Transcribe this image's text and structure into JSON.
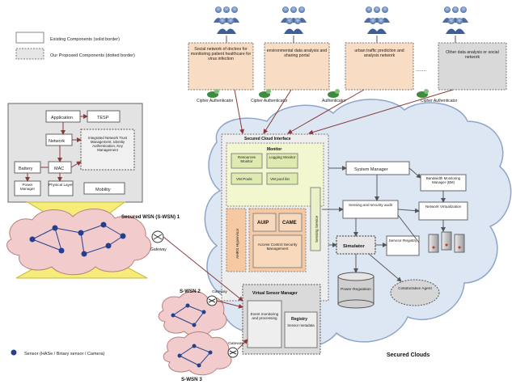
{
  "legend": {
    "existing": "Existing Components (solid border)",
    "proposed": "Our Proposed Components (dotted border)",
    "sensor": "Sensor (HASe / Binary sensor / Camera)"
  },
  "apps": [
    "Social network of doctors for monitoring patient healthcare for virus infection",
    "environmental data analysis and sharing portal",
    "urban traffic prediction and analysis network",
    "Other data analysis or social network"
  ],
  "ellipsis": ".......",
  "auth": [
    "Cipher Authenticator",
    "Cipher Authenticator",
    "Authenticator",
    "Cipher Authenticator"
  ],
  "node": {
    "application": "Application",
    "tesp": "TESP",
    "network": "Network",
    "security_mgmt": "Integrated Network Trust Management, Identity Authentication, Key Management",
    "battery": "Battery",
    "mac": "MAC",
    "power_manager": "Power Manager",
    "physical_layer": "Physical Layer",
    "mobility": "Mobility"
  },
  "wsn": {
    "secured_wsn_1": "Secured WSN (S-WSN) 1",
    "gateway": "Gateway",
    "swsn2": "S-WSN 2",
    "swsn3": "S-WSN 3"
  },
  "cloud": {
    "title": "Secured Clouds",
    "ssi": "Secured Cloud Interface",
    "monitor": "Monitor",
    "resource_monitor": "Resources Monitor",
    "logging_monitor": "Logging Monitor",
    "vm_pools": "VM Pools",
    "vm_pool_list": "VM pool list",
    "sensing_service": "Sensing Service",
    "ahd": "AHRS Hypervisor",
    "auip": "AUIP",
    "came": "CAME",
    "acsm": "Access Control Security Management",
    "system_manager": "System Manager",
    "bmc": "Bandwidth Monitoring Manager (BM)",
    "sensing_security": "Sensing and security audit",
    "network_virtualization": "Network Virtualization",
    "simulator": "Simulator",
    "service_registry": "Service Registry",
    "power_regulation": "Power Regulation",
    "collaboration_agent": "Collaborative Agent",
    "vs": "Virtual Sensor Manager",
    "event_monitoring": "Event monitoring and processing",
    "registry": "Registry",
    "registry_sub": "Sensor metadata"
  }
}
